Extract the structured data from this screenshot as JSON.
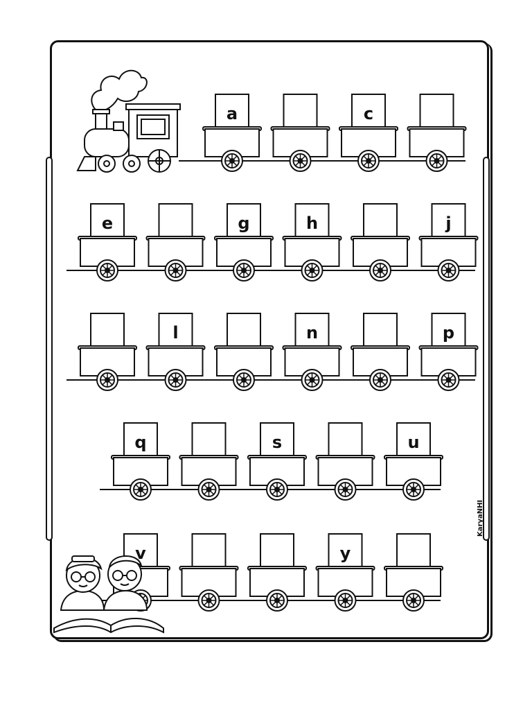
{
  "worksheet": {
    "rows": [
      {
        "cars": [
          "a",
          "",
          "c",
          ""
        ]
      },
      {
        "cars": [
          "e",
          "",
          "g",
          "h",
          "",
          "j"
        ]
      },
      {
        "cars": [
          "",
          "l",
          "",
          "n",
          "",
          "p"
        ]
      },
      {
        "cars": [
          "q",
          "",
          "s",
          "",
          "u"
        ]
      },
      {
        "cars": [
          "v",
          "",
          "",
          "y",
          ""
        ]
      }
    ],
    "watermark": "KaryaNHI"
  },
  "icons": {
    "locomotive": "steam-locomotive-icon",
    "readers": "children-reading-book-illustration"
  }
}
